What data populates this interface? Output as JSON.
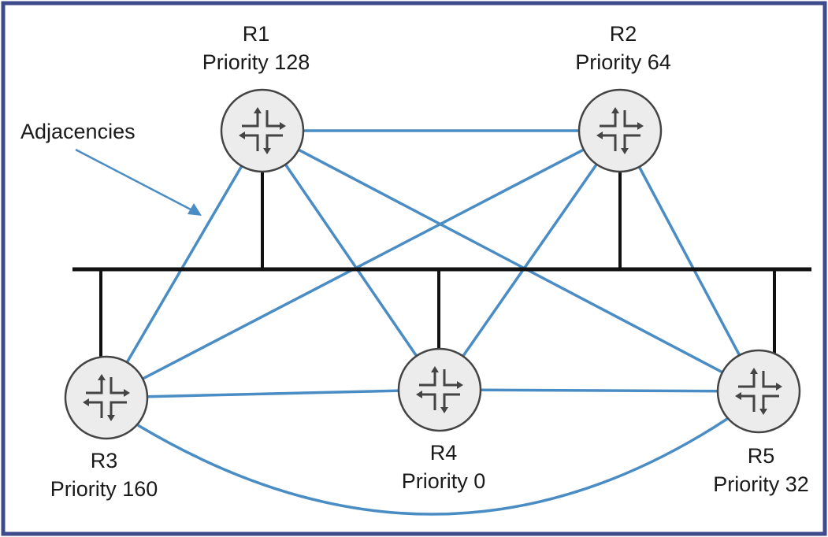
{
  "diagram": {
    "callout_label": "Adjacencies",
    "colors": {
      "frame": "#3d4a8c",
      "adjacency": "#4a8cc4",
      "ethernet": "#111111",
      "router_fill": "#ececec",
      "router_stroke": "#444444"
    },
    "routers": [
      {
        "id": "R1",
        "name": "R1",
        "priority_text": "Priority 128",
        "priority": 128
      },
      {
        "id": "R2",
        "name": "R2",
        "priority_text": "Priority 64",
        "priority": 64
      },
      {
        "id": "R3",
        "name": "R3",
        "priority_text": "Priority 160",
        "priority": 160
      },
      {
        "id": "R4",
        "name": "R4",
        "priority_text": "Priority 0",
        "priority": 0
      },
      {
        "id": "R5",
        "name": "R5",
        "priority_text": "Priority 32",
        "priority": 32
      }
    ],
    "adjacencies": [
      [
        "R1",
        "R2"
      ],
      [
        "R1",
        "R3"
      ],
      [
        "R1",
        "R4"
      ],
      [
        "R1",
        "R5"
      ],
      [
        "R2",
        "R3"
      ],
      [
        "R2",
        "R4"
      ],
      [
        "R2",
        "R5"
      ],
      [
        "R3",
        "R4"
      ],
      [
        "R3",
        "R5"
      ],
      [
        "R4",
        "R5"
      ]
    ]
  }
}
